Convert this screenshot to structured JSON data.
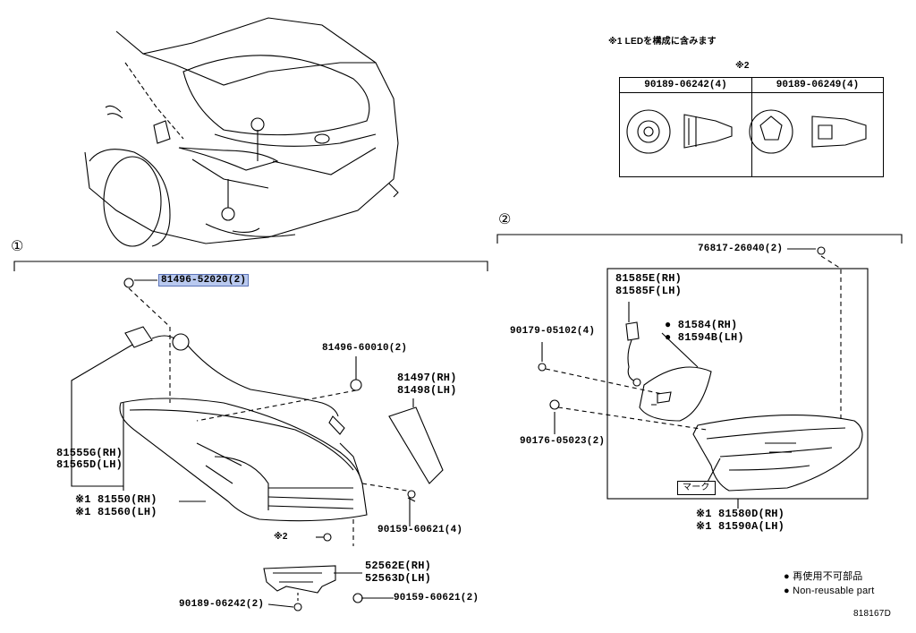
{
  "note_led": "※1 LEDを構成に含みます",
  "note_table_mark": "※2",
  "table": {
    "col1": "90189-06242(4)",
    "col2": "90189-06249(4)"
  },
  "callout1": "①",
  "callout2": "②",
  "parts": {
    "p_81496_52020": "81496-52020(2)",
    "p_81496_60010": "81496-60010(2)",
    "p_81497": "81497(RH)",
    "p_81498": "81498(LH)",
    "p_81555G": "81555G(RH)",
    "p_81565D": "81565D(LH)",
    "p_81550": "※1 81550(RH)",
    "p_81560": "※1 81560(LH)",
    "p_90159_a": "90159-60621(4)",
    "p_note2": "※2",
    "p_52562E": "52562E(RH)",
    "p_52563D": "52563D(LH)",
    "p_90189_06242": "90189-06242(2)",
    "p_90159_b": "90159-60621(2)",
    "p_76817": "76817-26040(2)",
    "p_81585E": "81585E(RH)",
    "p_81585F": "81585F(LH)",
    "p_81584": "● 81584(RH)",
    "p_81594B": "● 81594B(LH)",
    "p_90179": "90179-05102(4)",
    "p_90176": "90176-05023(2)",
    "p_mark": "マーク",
    "p_81580D": "※1 81580D(RH)",
    "p_81590A": "※1 81590A(LH)"
  },
  "legend": {
    "jp": "● 再使用不可部品",
    "en": "● Non-reusable part"
  },
  "diagram_id": "818167D"
}
